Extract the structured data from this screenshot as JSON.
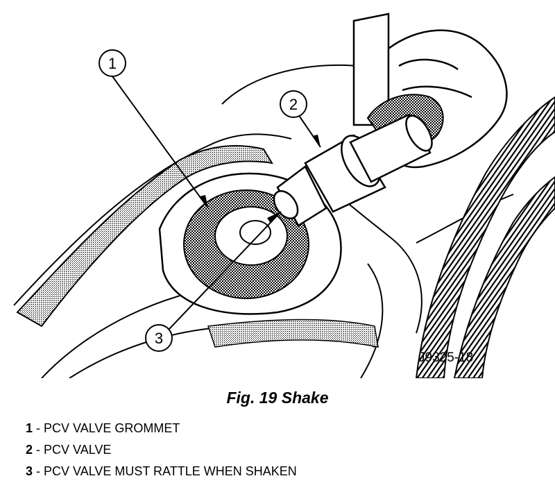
{
  "figure": {
    "callouts": [
      {
        "number": "1"
      },
      {
        "number": "2"
      },
      {
        "number": "3"
      }
    ],
    "code": "J9325-18"
  },
  "caption": "Fig. 19 Shake",
  "legend": [
    {
      "number": "1",
      "text": " - PCV VALVE GROMMET"
    },
    {
      "number": "2",
      "text": " - PCV VALVE"
    },
    {
      "number": "3",
      "text": " - PCV VALVE MUST RATTLE WHEN SHAKEN"
    }
  ]
}
